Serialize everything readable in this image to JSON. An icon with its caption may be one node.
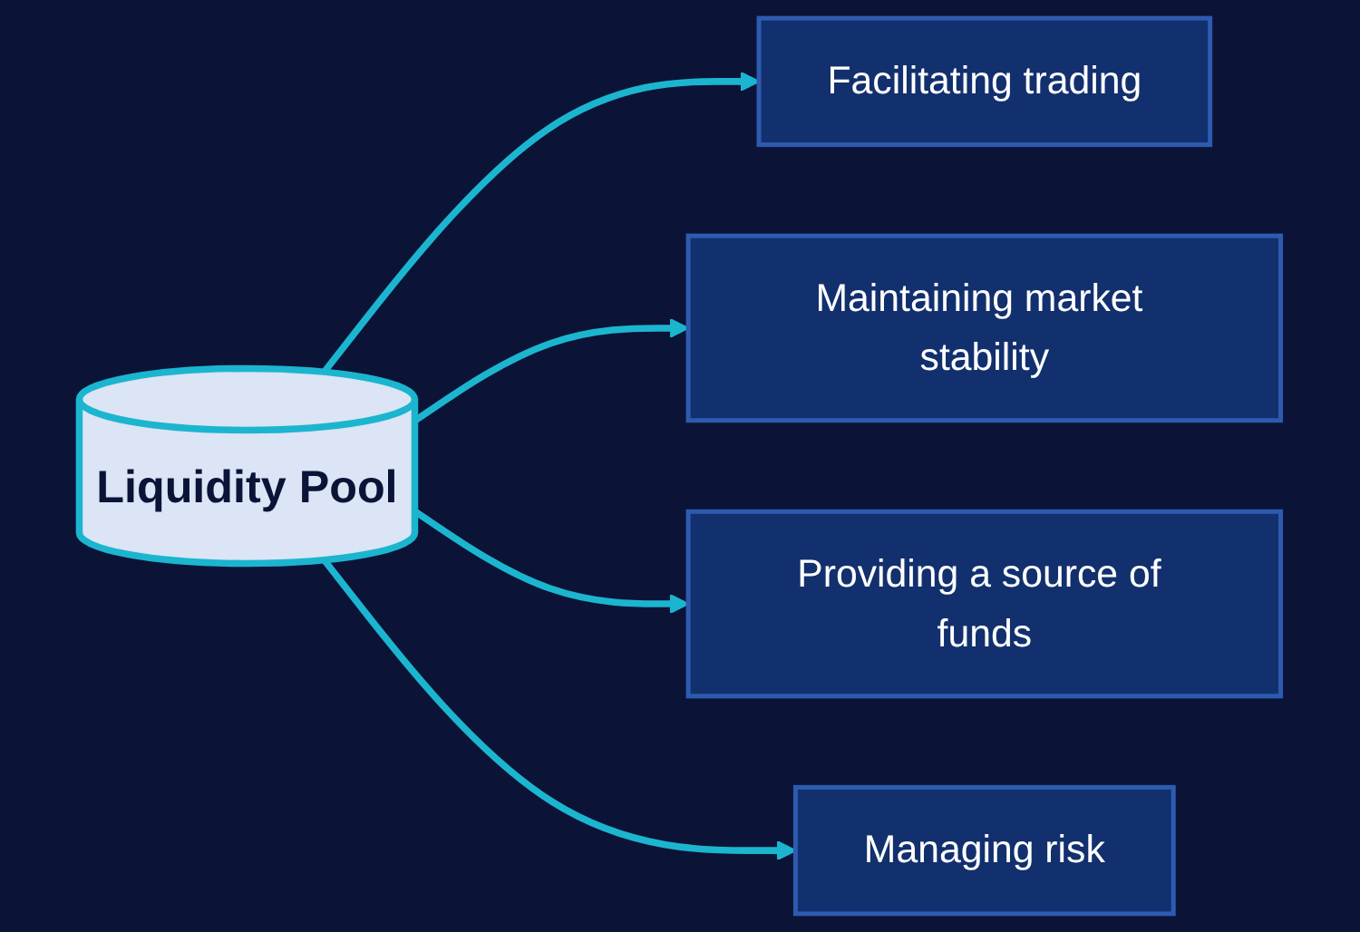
{
  "diagram": {
    "nodes": [
      {
        "text": [
          "Liquidity Pool"
        ]
      },
      {
        "text": [
          "Facilitating trading"
        ]
      },
      {
        "text": [
          "Maintaining market stability"
        ]
      },
      {
        "text": [
          "Providing a source of funds"
        ]
      },
      {
        "text": [
          "Managing risk"
        ]
      }
    ],
    "edges": [
      {
        "from": 0,
        "to": 1,
        "arrow": "to"
      },
      {
        "from": 0,
        "to": 2,
        "arrow": "to"
      },
      {
        "from": 0,
        "to": 3,
        "arrow": "to"
      },
      {
        "from": 0,
        "to": 4,
        "arrow": "to"
      }
    ]
  }
}
